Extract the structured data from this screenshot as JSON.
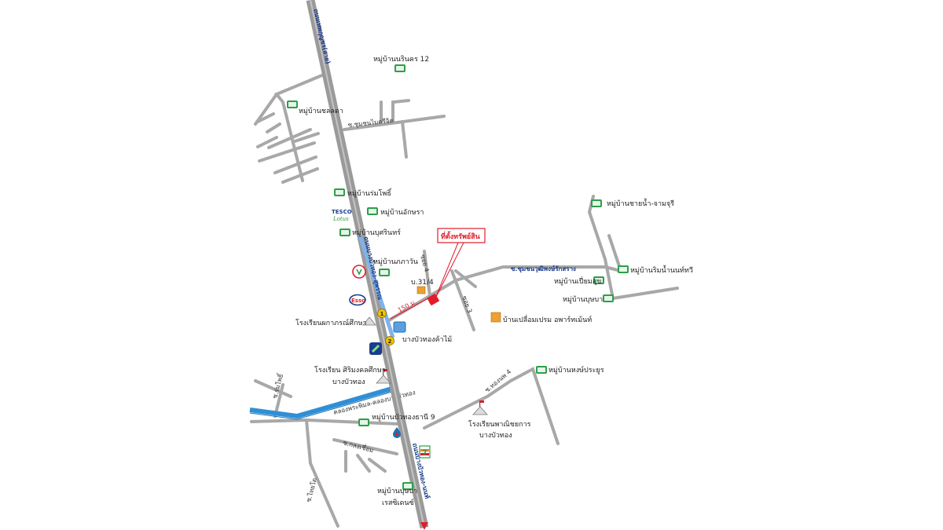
{
  "colors": {
    "main_road": "#9a9a9a",
    "side_road": "#a8a8a8",
    "canal": "#2f8fd6",
    "target": "#e11d2c",
    "callout_border": "#e11d2c",
    "village_icon": "#2e9e4a",
    "route_marker": "#f2c200"
  },
  "target": {
    "label": "ที่ตั้งทรัพย์สิน",
    "plot_no": "บ.31/4",
    "distance": "150 ม."
  },
  "main_road": {
    "label_north": "ถนนเทพกุญชร(สาย)",
    "label_mid": "ถนนบางบัวทอง-สุพรรณ",
    "label_south": "ถนนบางบัวทอง-นนท์"
  },
  "roads": {
    "soi_upper": "ซ.ชุมชนไมตรีจิต",
    "soi_east": "ซ.ชุมชนวุฒิพงษ์รักสราง",
    "soi_4": "ซอย 4",
    "soi_3": "ซอย 3",
    "soi_kanjana": "ซ.ทองนพ 4",
    "soi_left": "ซ.ร่มโพธิ์",
    "soi_south_left": "ซ.ไทยโต",
    "soi_south_mid": "ซ.กลงเชื่อม",
    "canal_label": "คลองพระพิมล-คลองบางบัวทอง"
  },
  "places": [
    {
      "name": "village-naris",
      "label": "หมู่บ้านนรินคร 12",
      "icon": "village-icon"
    },
    {
      "name": "village-chollada",
      "label": "หมู่บ้านชลลดา",
      "icon": "village-icon"
    },
    {
      "name": "village-romphot",
      "label": "หมู่บ้านร่มโพธิ์",
      "icon": "village-icon"
    },
    {
      "name": "village-akara",
      "label": "หมู่บ้านอักษรา",
      "icon": "village-icon"
    },
    {
      "name": "village-buasri",
      "label": "หมู่บ้านบุศรินทร์",
      "icon": "village-icon"
    },
    {
      "name": "village-phakawan",
      "label": "หมู่บ้านภภาวัน",
      "icon": "village-icon"
    },
    {
      "name": "village-chaiyanam",
      "label": "หมู่บ้านชายน้ำ-จามจุรี",
      "icon": "village-icon"
    },
    {
      "name": "village-rimnam",
      "label": "หมู่บ้านริมน้ำนนท์ทวี",
      "icon": "village-icon"
    },
    {
      "name": "village-piamsuk",
      "label": "หมู่บ้านเปี่ยมสุข",
      "icon": "village-icon"
    },
    {
      "name": "village-bussaba",
      "label": "หมู่บ้านบุษบา",
      "icon": "village-icon"
    },
    {
      "name": "village-hongprasert",
      "label": "หมู่บ้านหงษ์ประยูร",
      "icon": "village-icon"
    },
    {
      "name": "village-buathong9",
      "label": "หมู่บ้านบัวทองธานี 9",
      "icon": "village-icon"
    },
    {
      "name": "village-busaba-res",
      "label": "หมู่บ้านบุษบา",
      "icon": "village-icon"
    },
    {
      "name": "village-res-2",
      "label": "เรสซิเดนซ์",
      "icon": "village-icon"
    }
  ],
  "landmarks": {
    "tesco_line1": "TESCO",
    "tesco_line2": "Lotus",
    "esso": "Esso",
    "seven": "7",
    "school_kanok": "โรงเรียนผกาภรณ์ศึกษา",
    "school_sirimongkol_1": "โรงเรียน ศิริมงคลศึกษา",
    "school_sirimongkol_2": "บางบัวทอง",
    "school_phanit_1": "โรงเรียนพาณิชยการ",
    "school_phanit_2": "บางบัวทอง",
    "market": "บางบัวทองค้าไม้",
    "apartment": "บ้านเปลื่อมเปรม อพาร์ทเม้นท์",
    "marker_1": "1",
    "marker_2": "2"
  }
}
